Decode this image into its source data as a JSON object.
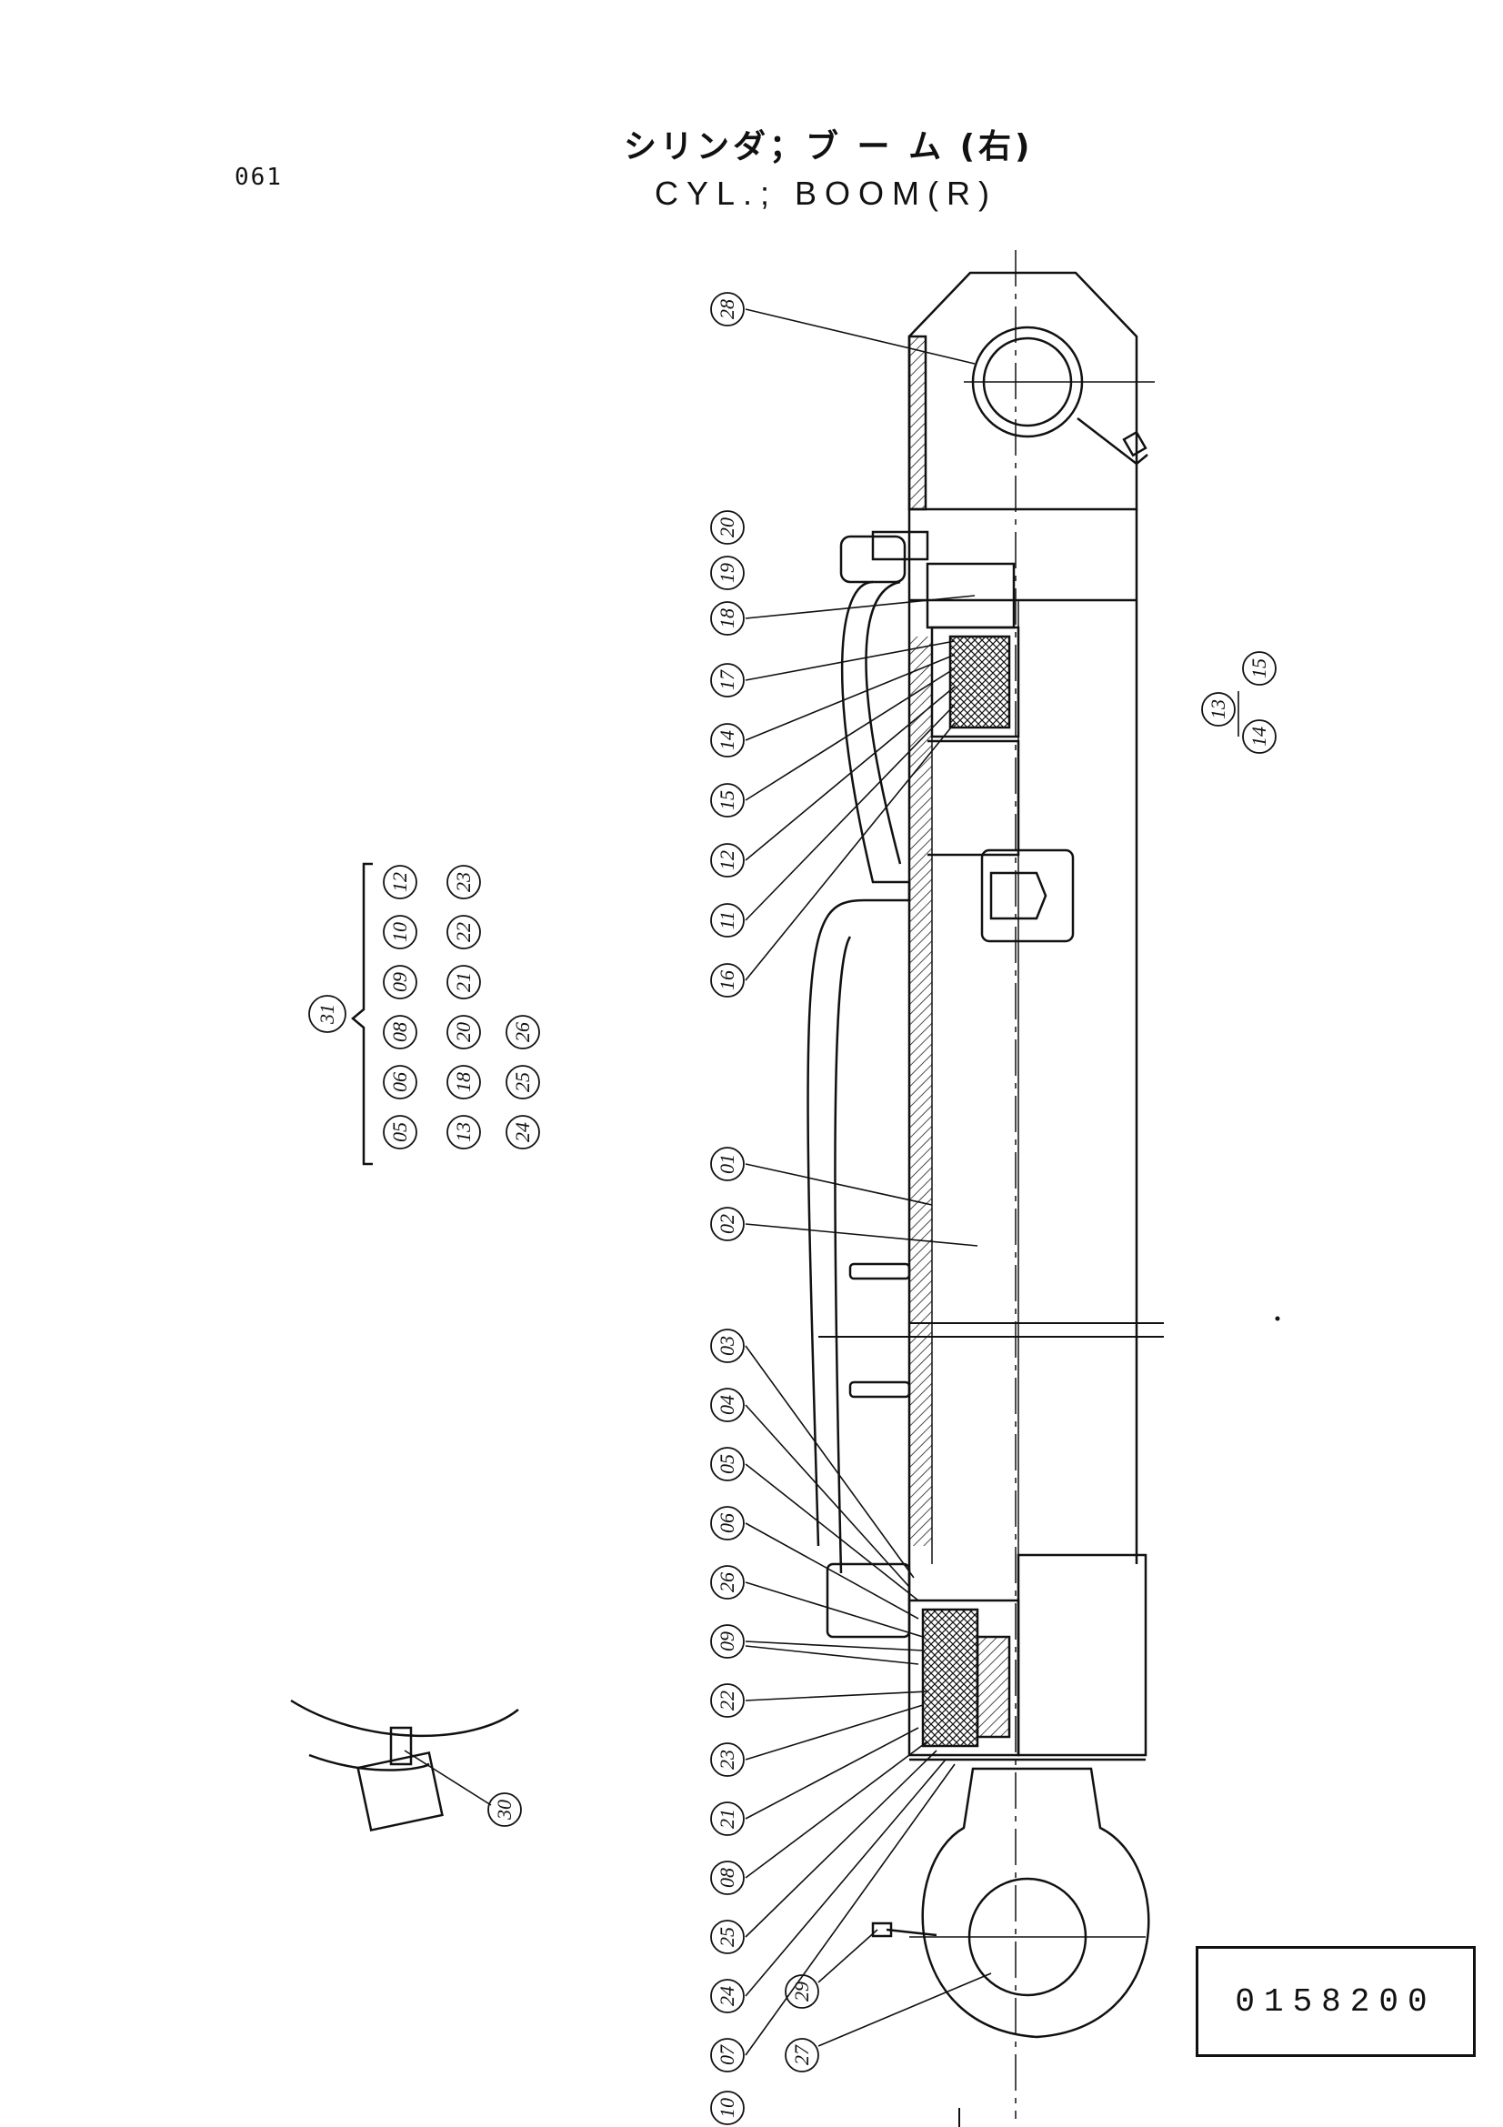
{
  "header": {
    "page_number": "061",
    "title_jp": "シリンダ；ブ ー ム (右)",
    "title_en": "CYL.; BOOM(R)"
  },
  "part_number": "0158200",
  "callouts": {
    "c28": "28",
    "c20": "20",
    "c19": "19",
    "c18": "18",
    "c17": "17",
    "c14": "14",
    "c15": "15",
    "c12": "12",
    "c11": "11",
    "c16": "16",
    "c01": "01",
    "c02": "02",
    "c03": "03",
    "c04": "04",
    "c05": "05",
    "c06": "06",
    "c26": "26",
    "c09": "09",
    "c22": "22",
    "c23": "23",
    "c21": "21",
    "c08": "08",
    "c25": "25",
    "c24": "24",
    "c07": "07",
    "c10": "10",
    "c29": "29",
    "c27": "27",
    "c30": "30",
    "r13": "13",
    "r14": "14",
    "r15": "15",
    "k31": "31",
    "k05": "05",
    "k06": "06",
    "k08": "08",
    "k09": "09",
    "k10": "10",
    "k12": "12",
    "k23": "23",
    "k13": "13",
    "k18": "18",
    "k20": "20",
    "k21": "21",
    "k22": "22",
    "k24": "24",
    "k25": "25",
    "k26": "26"
  }
}
